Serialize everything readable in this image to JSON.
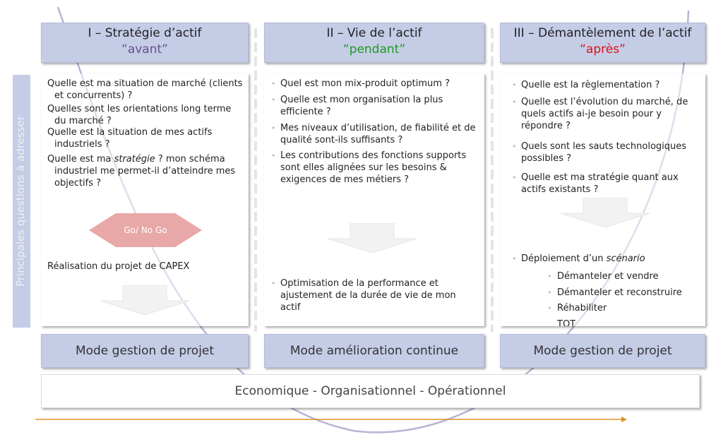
{
  "phases": [
    {
      "title": "I – Stratégie d’actif",
      "subtitle": "“avant”",
      "color": "#6a4e8e"
    },
    {
      "title": "II – Vie de l’actif",
      "subtitle": "“pendant”",
      "color": "#1e9a1e"
    },
    {
      "title": "III – Démantèlement de l’actif",
      "subtitle": "“après”",
      "color": "#e01010"
    }
  ],
  "side_label": "Principales questions à adresser",
  "panel1": {
    "q1": "Quelle est ma situation de marché (clients et concurrents) ?",
    "q2": "Quelles sont les orientations long terme du marché ?",
    "q3": "Quelle est la situation de mes actifs industriels ?",
    "q4_pre": "Quelle est ma ",
    "q4_em": "stratégie",
    "q4_post": " ? mon schéma industriel me permet-il d’atteindre mes objectifs ?",
    "decision": "Go/ No Go",
    "result": "Réalisation du projet de CAPEX"
  },
  "panel2": {
    "q1": "Quel est mon mix-produit optimum ?",
    "q2": "Quelle est mon organisation la plus efficiente ?",
    "q3": "Mes niveaux d’utilisation, de fiabilité et de qualité sont-ils suffisants ?",
    "q4": "Les contributions des fonctions supports sont elles alignées sur les besoins & exigences de mes métiers ?",
    "result": "Optimisation de la performance et ajustement de la durée de vie de mon actif"
  },
  "panel3": {
    "q1": "Quelle est la règlementation ?",
    "q2": "Quelle est l’évolution du marché, de quels actifs ai-je besoin pour y répondre ?",
    "q3": "Quels sont les sauts technologiques possibles ?",
    "q4": "Quelle est ma stratégie  quant aux actifs existants ?",
    "deploy_pre": "Déploiement d’un ",
    "deploy_em": "scénario",
    "options": [
      "Démanteler et vendre",
      "Démanteler et reconstruire",
      "Réhabiliter",
      "TOT"
    ]
  },
  "modes": [
    "Mode gestion de projet",
    "Mode amélioration continue",
    "Mode gestion de projet"
  ],
  "footer": "Economique - Organisationnel - Opérationnel",
  "colors": {
    "header_bg": "#c5cce6",
    "curve": "#b8b4d6",
    "timeline": "#e0902a",
    "decision": "#e8a8a8"
  }
}
